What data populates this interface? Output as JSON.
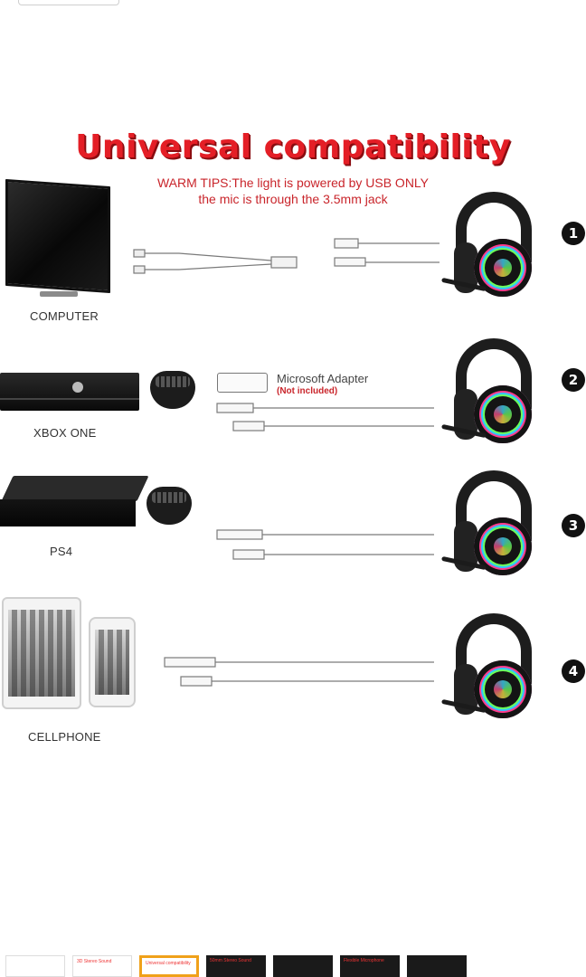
{
  "title": "Universal compatibility",
  "tips": {
    "line1": "WARM TIPS:The light is powered by USB ONLY",
    "line2": "the mic is through the 3.5mm jack"
  },
  "devices": [
    {
      "label": "COMPUTER",
      "number": "1"
    },
    {
      "label": "XBOX ONE",
      "number": "2"
    },
    {
      "label": "PS4",
      "number": "3"
    },
    {
      "label": "CELLPHONE",
      "number": "4"
    }
  ],
  "adapter": {
    "title": "Microsoft Adapter",
    "note": "(Not included)"
  },
  "thumbnails": [
    {
      "caption": ""
    },
    {
      "caption": "3D Stereo Sound"
    },
    {
      "caption": "Universal compatibility"
    },
    {
      "caption": "50mm Stereo Sound"
    },
    {
      "caption": ""
    },
    {
      "caption": "Flexible Microphone"
    },
    {
      "caption": ""
    }
  ],
  "colors": {
    "accent_red": "#e41e26",
    "thumb_active_border": "#f0a11a"
  }
}
